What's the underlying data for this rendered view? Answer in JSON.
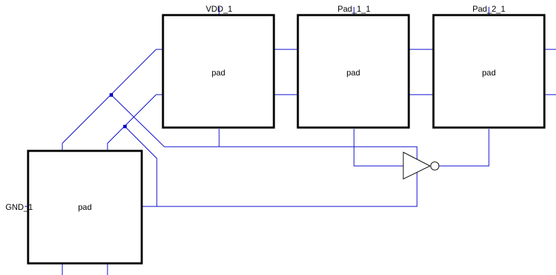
{
  "schematic": {
    "wire_color": "#0000cc",
    "pads": [
      {
        "id": "vdd",
        "name": "VDD_1",
        "inner": "pad"
      },
      {
        "id": "pad1",
        "name": "Pad_1_1",
        "inner": "pad"
      },
      {
        "id": "pad2",
        "name": "Pad_2_1",
        "inner": "pad"
      },
      {
        "id": "gnd",
        "name": "GND_1",
        "inner": "pad"
      }
    ],
    "components": [
      {
        "type": "inverter",
        "name": "inverter"
      }
    ]
  }
}
